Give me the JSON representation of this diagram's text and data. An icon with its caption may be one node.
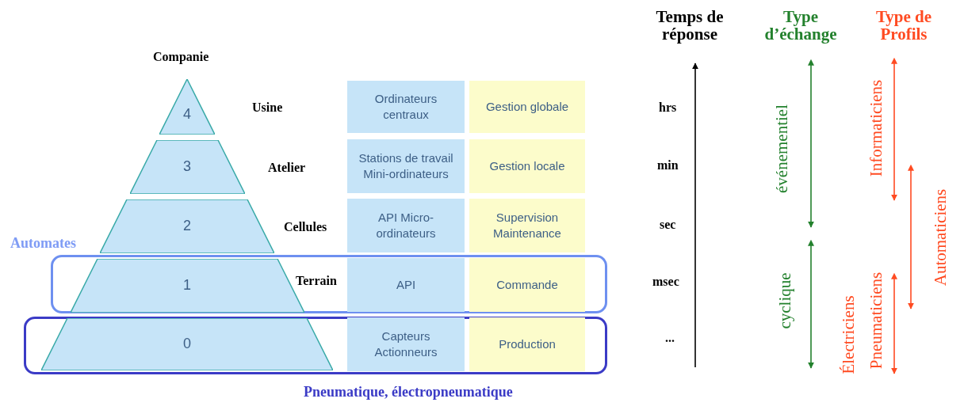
{
  "diagram": {
    "nodes": [
      {
        "text": [
          "4"
        ]
      },
      {
        "text": [
          "Ordinateurs centraux"
        ]
      },
      {
        "text": [
          "Gestion globale"
        ]
      },
      {
        "text": [
          "3"
        ]
      },
      {
        "text": [
          "Stations de travail Mini-ordinateurs"
        ]
      },
      {
        "text": [
          "Gestion locale"
        ]
      },
      {
        "text": [
          "2"
        ]
      },
      {
        "text": [
          "API Micro-ordinateurs"
        ]
      },
      {
        "text": [
          "Supervision Maintenance"
        ]
      },
      {
        "text": [
          "Automates"
        ]
      },
      {
        "text": [
          "1"
        ],
        "in": 9
      },
      {
        "text": [
          "API"
        ],
        "in": 9
      },
      {
        "text": [
          "Commande"
        ],
        "in": 9
      },
      {
        "text": [
          "Pneumatique, électropneumatique"
        ]
      },
      {
        "text": [
          "0"
        ],
        "in": 13
      },
      {
        "text": [
          "Capteurs Actionneurs"
        ],
        "in": 13
      },
      {
        "text": [
          "Production"
        ],
        "in": 13
      }
    ],
    "labels": [
      "Companie",
      "Usine",
      "Atelier",
      "Cellules",
      "Terrain",
      "Temps de réponse",
      "Type d’échange",
      "Type de Profils",
      "hrs",
      "min",
      "sec",
      "msec",
      "...",
      "événementiel",
      "cyclique",
      "Informaticiens",
      "Automaticiens",
      "Électriciens",
      "Pneumaticiens"
    ]
  }
}
